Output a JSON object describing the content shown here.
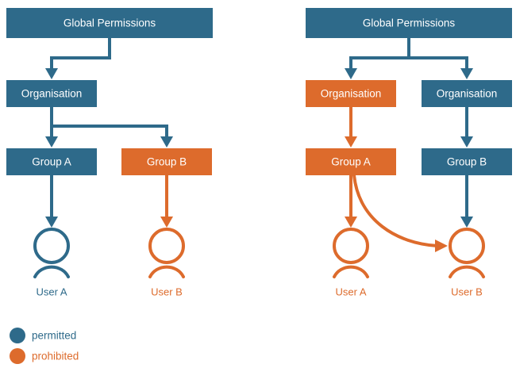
{
  "colors": {
    "permitted": "#2E6A8A",
    "prohibited": "#DD6B2C",
    "background": "#FFFFFF",
    "box_text": "#FFFFFF"
  },
  "diagrams": [
    {
      "id": "left-scenario",
      "nodes": {
        "global": {
          "label": "Global Permissions",
          "state": "permitted"
        },
        "organisation_a": {
          "label": "Organisation",
          "state": "permitted"
        },
        "group_a": {
          "label": "Group A",
          "state": "permitted"
        },
        "group_b": {
          "label": "Group B",
          "state": "prohibited"
        },
        "user_a": {
          "label": "User A",
          "state": "permitted"
        },
        "user_b": {
          "label": "User B",
          "state": "prohibited"
        }
      }
    },
    {
      "id": "right-scenario",
      "nodes": {
        "global": {
          "label": "Global Permissions",
          "state": "permitted"
        },
        "organisation_a": {
          "label": "Organisation",
          "state": "prohibited"
        },
        "organisation_b": {
          "label": "Organisation",
          "state": "permitted"
        },
        "group_a": {
          "label": "Group A",
          "state": "prohibited"
        },
        "group_b": {
          "label": "Group B",
          "state": "permitted"
        },
        "user_a": {
          "label": "User A",
          "state": "prohibited"
        },
        "user_b": {
          "label": "User B",
          "state": "prohibited"
        }
      }
    }
  ],
  "legend": {
    "items": [
      {
        "label": "permitted",
        "color": "#2E6A8A"
      },
      {
        "label": "prohibited",
        "color": "#DD6B2C"
      }
    ]
  }
}
